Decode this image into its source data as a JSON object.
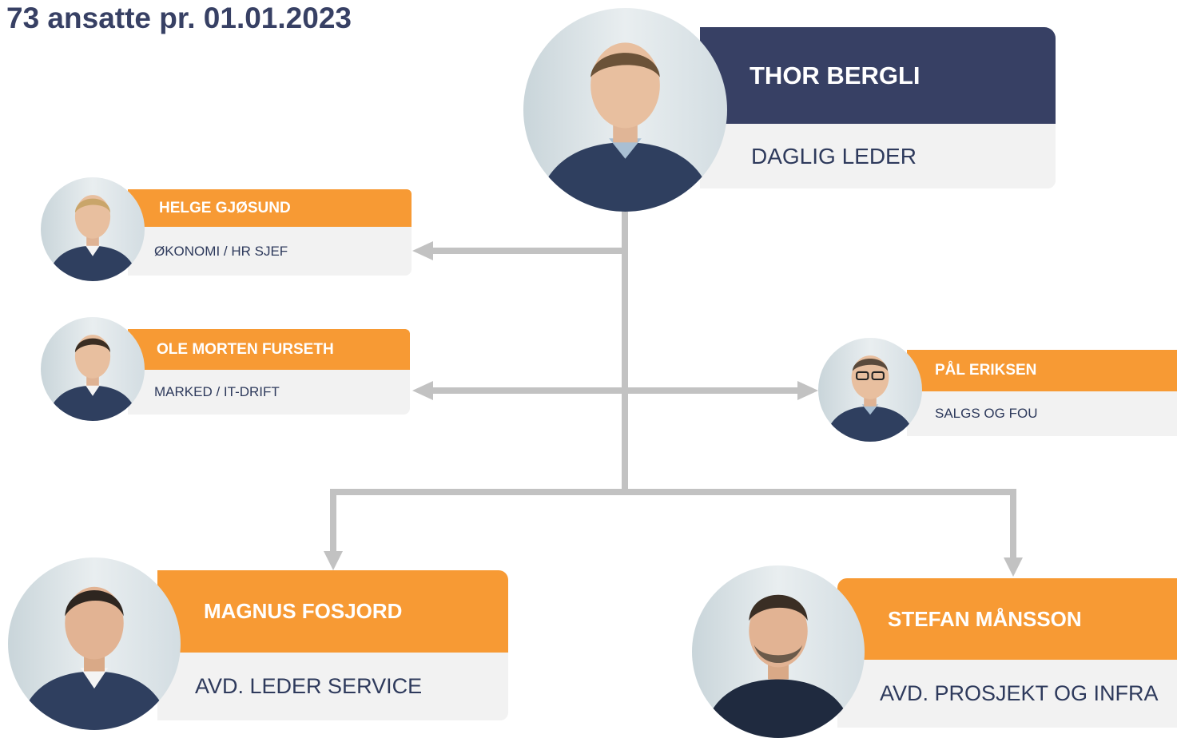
{
  "title": "73 ansatte pr. 01.01.2023",
  "colors": {
    "navy": "#374064",
    "orange": "#f79a34",
    "role_bg": "#f2f2f2",
    "connector": "#c2c2c2"
  },
  "people": {
    "ceo": {
      "name": "THOR BERGLI",
      "role": "DAGLIG LEDER",
      "photo": "portrait-photo"
    },
    "finance": {
      "name": "HELGE GJØSUND",
      "role": "ØKONOMI / HR SJEF",
      "photo": "portrait-photo"
    },
    "market": {
      "name": "OLE MORTEN FURSETH",
      "role": "MARKED / IT-DRIFT",
      "photo": "portrait-photo"
    },
    "sales": {
      "name": "PÅL ERIKSEN",
      "role": "SALGS OG FOU",
      "photo": "portrait-photo"
    },
    "service": {
      "name": "MAGNUS FOSJORD",
      "role": "AVD. LEDER SERVICE",
      "photo": "portrait-photo"
    },
    "project": {
      "name": "STEFAN MÅNSSON",
      "role": "AVD. PROSJEKT OG INFRA",
      "photo": "portrait-photo"
    }
  }
}
